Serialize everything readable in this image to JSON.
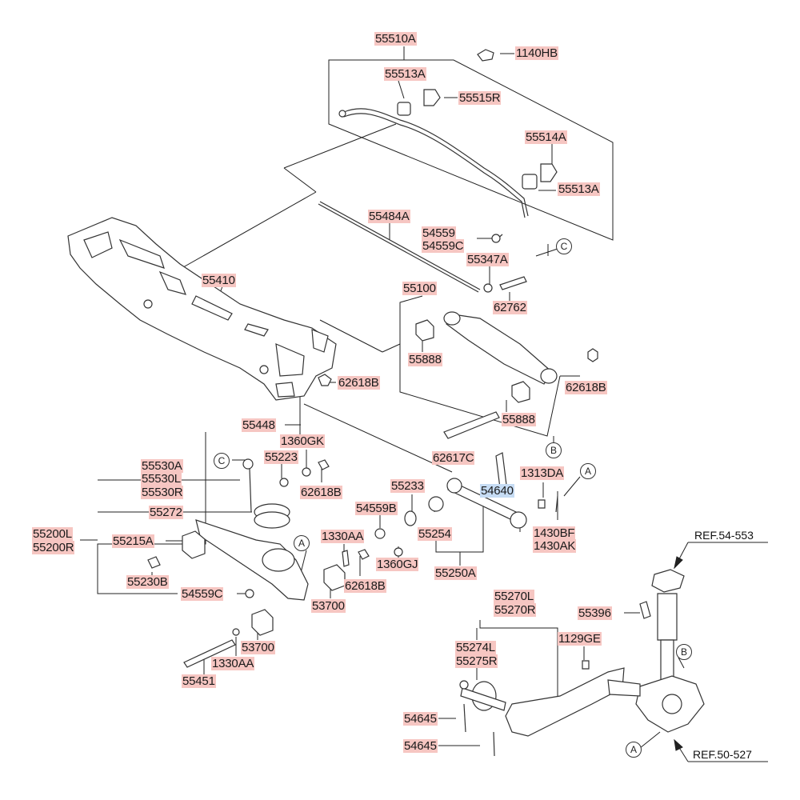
{
  "parts": {
    "p55510A": "55510A",
    "p1140HB": "1140HB",
    "p55513A_top": "55513A",
    "p55515R": "55515R",
    "p55514A": "55514A",
    "p55513A_right": "55513A",
    "p55484A": "55484A",
    "p54559": "54559",
    "p54559C_top": "54559C",
    "p55347A": "55347A",
    "p55410": "55410",
    "p55100": "55100",
    "p62762": "62762",
    "p55888_a": "55888",
    "p62618B_right": "62618B",
    "p62618B_mid": "62618B",
    "p55888_b": "55888",
    "p55448": "55448",
    "p1360GK": "1360GK",
    "p62617C": "62617C",
    "p55530A": "55530A",
    "p55223": "55223",
    "p55530L": "55530L",
    "p55530R": "55530R",
    "p62618B_b": "62618B",
    "p55233": "55233",
    "p54640": "54640",
    "p1313DA": "1313DA",
    "p55272": "55272",
    "p54559B": "54559B",
    "p55200L": "55200L",
    "p55200R": "55200R",
    "p1330AA_top": "1330AA",
    "p55254": "55254",
    "p1430BF": "1430BF",
    "p1430AK": "1430AK",
    "p55215A": "55215A",
    "p1360GJ": "1360GJ",
    "p55230B": "55230B",
    "p62618B_c": "62618B",
    "p55250A": "55250A",
    "p54559C_bottom": "54559C",
    "p53700_a": "53700",
    "p55270L": "55270L",
    "p55270R": "55270R",
    "p55396": "55396",
    "p53700_b": "53700",
    "p1330AA_bottom": "1330AA",
    "p1129GE": "1129GE",
    "p55451": "55451",
    "p55274L": "55274L",
    "p55275R": "55275R",
    "p54645_a": "54645",
    "p54645_b": "54645"
  },
  "references": {
    "ref_top": "REF.54-553",
    "ref_bottom": "REF.50-527"
  },
  "callouts": {
    "c1": "C",
    "c2": "B",
    "c3": "C",
    "c4": "A",
    "c5": "A",
    "c6": "B",
    "c7": "A"
  },
  "colors": {
    "label_background": "#f6c6c2",
    "highlight_background": "#c6dcf4"
  }
}
